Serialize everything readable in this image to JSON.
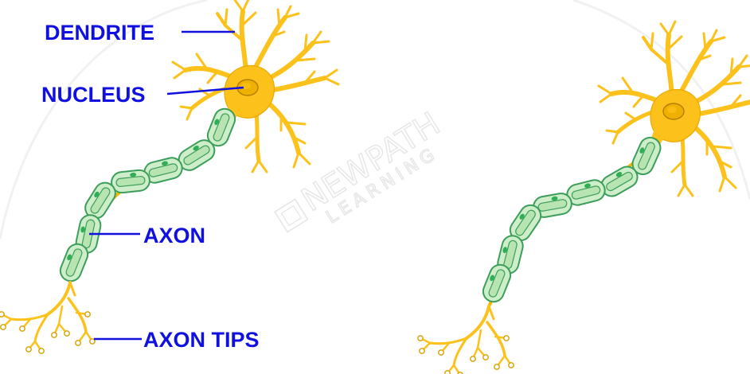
{
  "labels": {
    "dendrite": "DENDRITE",
    "nucleus": "NUCLEUS",
    "axon": "AXON",
    "axon_tips": "AXON TIPS"
  },
  "watermark": {
    "line1": "NEWPATH",
    "line2": "LEARNING"
  },
  "colors": {
    "label_blue": "#1010e0",
    "cell_body": "#fcc21b",
    "cell_outline": "#d9a000",
    "nucleus_fill": "#f7b500",
    "myelin_fill": "#cdeec9",
    "myelin_outline": "#3c9e5a",
    "schwann_nucleus": "#2fae55",
    "watermark_gray": "#e6e6e6"
  }
}
